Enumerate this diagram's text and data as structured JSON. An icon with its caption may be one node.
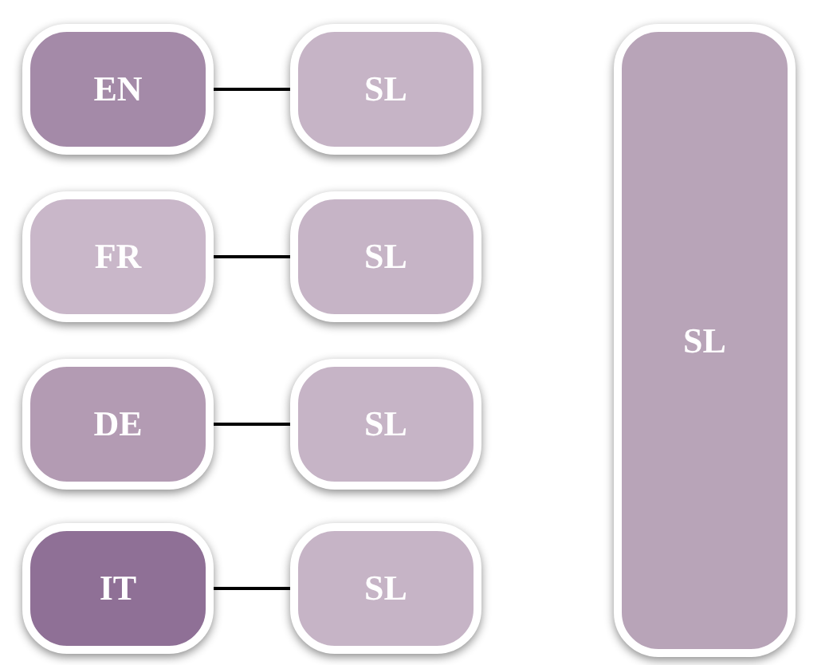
{
  "diagram": {
    "nodes": [
      {
        "text": [
          "EN"
        ]
      },
      {
        "text": [
          "SL"
        ]
      },
      {
        "text": [
          "FR"
        ]
      },
      {
        "text": [
          "SL"
        ]
      },
      {
        "text": [
          "DE"
        ]
      },
      {
        "text": [
          "SL"
        ]
      },
      {
        "text": [
          "IT"
        ]
      },
      {
        "text": [
          "SL"
        ]
      },
      {
        "text": [
          "SL"
        ]
      }
    ],
    "edges": [
      {
        "from": 0,
        "to": 1,
        "arrow": "none"
      },
      {
        "from": 2,
        "to": 3,
        "arrow": "none"
      },
      {
        "from": 4,
        "to": 5,
        "arrow": "none"
      },
      {
        "from": 6,
        "to": 7,
        "arrow": "none"
      }
    ]
  }
}
